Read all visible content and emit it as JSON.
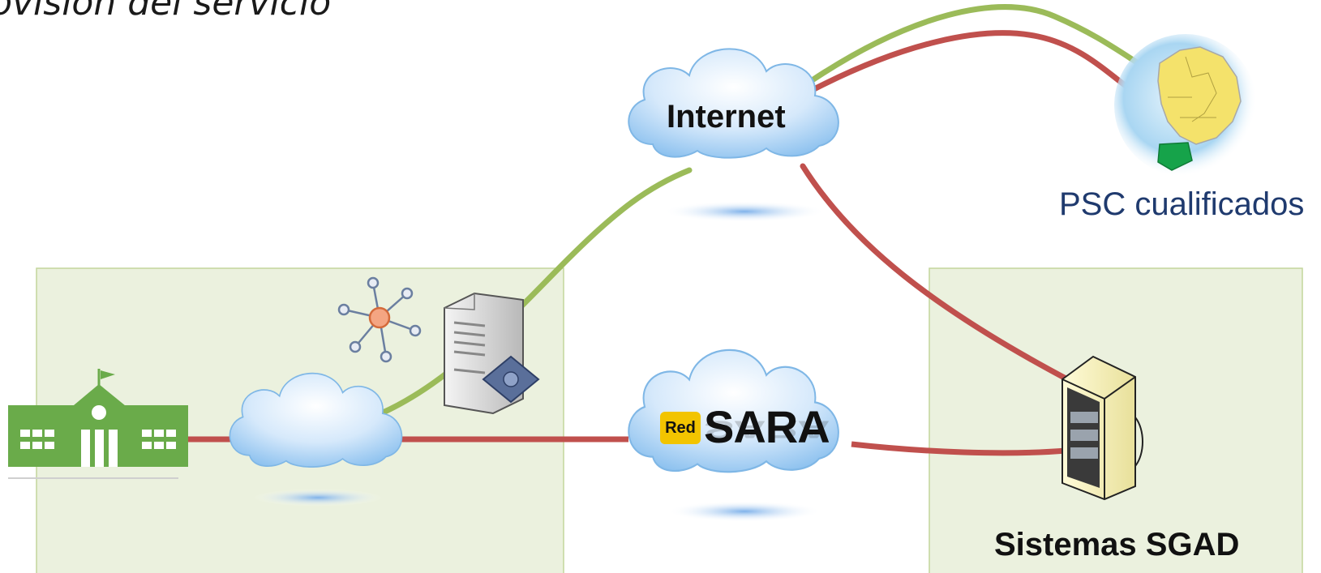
{
  "slide": {
    "title": "rovisión del servicio"
  },
  "nodes": {
    "internet_cloud": {
      "label": "Internet"
    },
    "sara_cloud": {
      "badge": "Red",
      "label": "SARA"
    },
    "psc": {
      "label": "PSC cualificados"
    },
    "sgad": {
      "label": "Sistemas SGAD"
    }
  },
  "colors": {
    "green_link": "#9bbb59",
    "red_link": "#c0504d",
    "zone_fill": "#ebf1de",
    "zone_border": "#c3d69b",
    "building": "#6aab4a",
    "psc_text": "#1f3a6e"
  }
}
